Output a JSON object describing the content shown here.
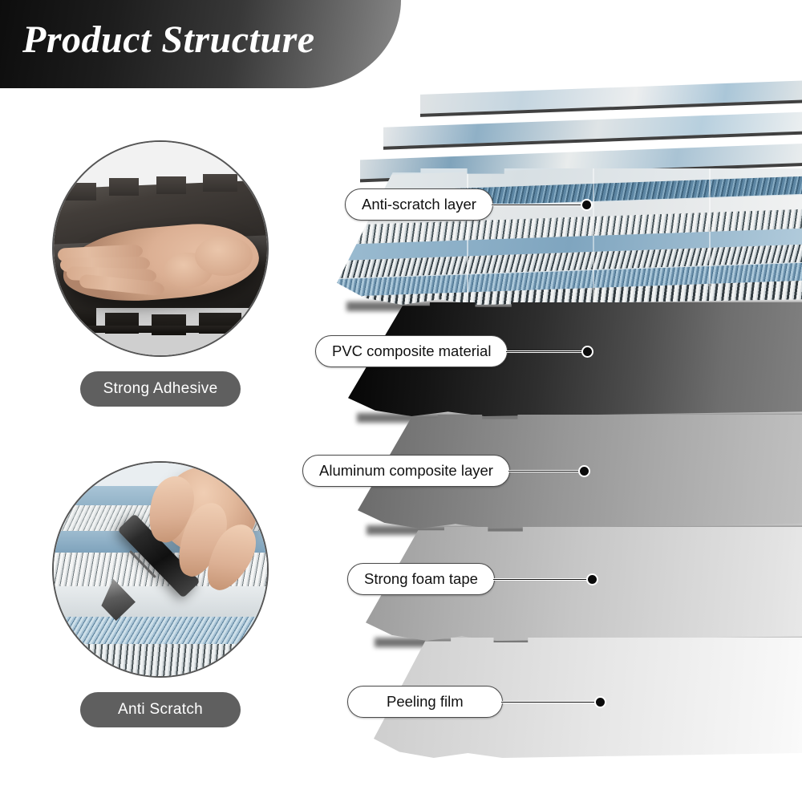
{
  "header": {
    "title": "Product Structure",
    "gradient_from": "#0d0d0d",
    "gradient_to": "#8a8a8a"
  },
  "features": [
    {
      "caption": "Strong Adhesive",
      "photo": "hand-pressing-tile-photo",
      "caption_bg": "#5f5f5f"
    },
    {
      "caption": "Anti Scratch",
      "photo": "knife-scratching-tile-photo",
      "caption_bg": "#5f5f5f"
    }
  ],
  "stack": {
    "layers": [
      {
        "label": "Anti-scratch layer",
        "material": "terrazzo-plank",
        "color": "#b9cfdd"
      },
      {
        "label": "PVC composite material",
        "material": "pvc",
        "color": "#1c1c1c"
      },
      {
        "label": "Aluminum composite layer",
        "material": "aluminum",
        "color": "#9a9a9a"
      },
      {
        "label": "Strong foam tape",
        "material": "foam",
        "color": "#c9c9c9"
      },
      {
        "label": "Peeling film",
        "material": "film",
        "color": "#e6e6e6"
      }
    ]
  },
  "palette": {
    "background": "#ffffff",
    "terrazzo_blue": "#8fb4ca",
    "terrazzo_blue_dark": "#5f87a3",
    "terrazzo_white": "#eef1f2",
    "pill_border": "#4a4a4a",
    "dot": "#0b0b0b"
  }
}
